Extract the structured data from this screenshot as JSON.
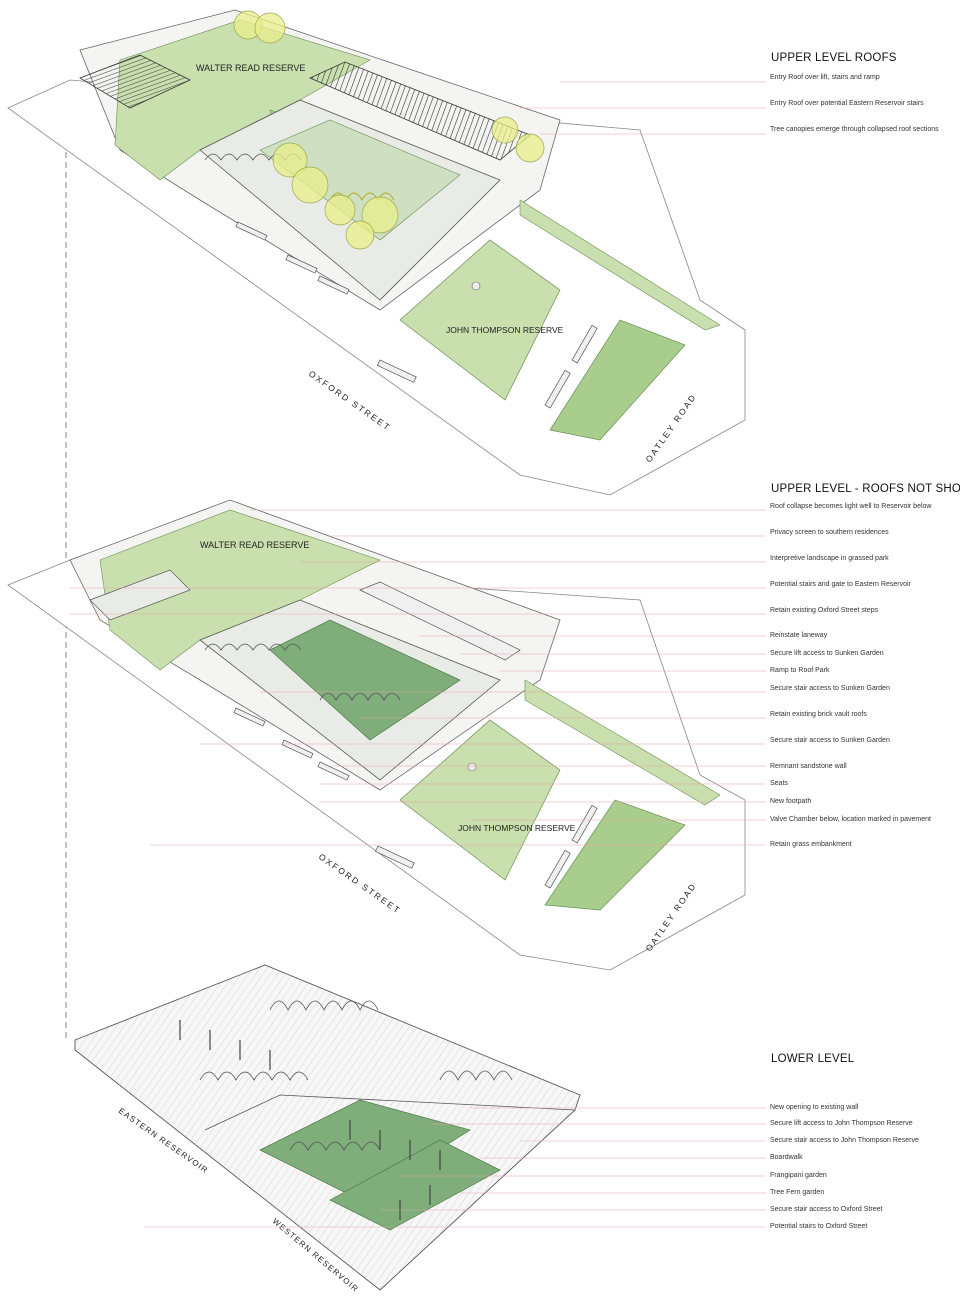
{
  "sections": [
    {
      "heading": "UPPER LEVEL ROOFS",
      "notes": [
        "Entry Roof over lift, stairs and ramp",
        "Entry Roof over potential Eastern Reservoir stairs",
        "Tree canopies emerge through collapsed roof sections"
      ]
    },
    {
      "heading": "UPPER LEVEL - ROOFS NOT SHOWN",
      "notes": [
        "Roof collapse becomes light well to Reservoir below",
        "Privacy screen to southern residences",
        "Interpretive landscape in grassed park",
        "Potential stairs and gate to Eastern Reservoir",
        "Retain existing Oxford Street steps",
        "Reinstate laneway",
        "Secure lift access to Sunken Garden",
        "Ramp to Roof Park",
        "Secure stair access to Sunken Garden",
        "Retain existing brick vault roofs",
        "Secure stair access to Sunken Garden",
        "Remnant sandstone wall",
        "Seats",
        "New footpath",
        "Valve Chamber below, location marked in pavement",
        "Retain grass embankment"
      ]
    },
    {
      "heading": "LOWER LEVEL",
      "notes": [
        "New opening to existing wall",
        "Secure lift access to John Thompson Reserve",
        "Secure stair access to John Thompson Reserve",
        "Boardwalk",
        "Frangipani garden",
        "Tree Fern garden",
        "Secure stair access to Oxford Street",
        "Potential stairs to Oxford Street"
      ]
    }
  ],
  "map_labels": {
    "walter_read_1": "WALTER READ RESERVE",
    "john_thompson_1": "JOHN THOMPSON RESERVE",
    "oxford_1": "OXFORD STREET",
    "oatley_1": "OATLEY ROAD",
    "walter_read_2": "WALTER READ RESERVE",
    "john_thompson_2": "JOHN THOMPSON RESERVE",
    "oxford_2": "OXFORD STREET",
    "oatley_2": "OATLEY ROAD",
    "eastern_reservoir": "EASTERN RESERVOIR",
    "western_reservoir": "WESTERN RESERVOIR"
  },
  "colors": {
    "grass_light": "#c9dfae",
    "grass_mid": "#a9cd8c",
    "sunken_garden": "#7fae7a",
    "canopy": "#e8ef8a",
    "leader_line": "#e3a3a3",
    "ink": "#555555"
  }
}
